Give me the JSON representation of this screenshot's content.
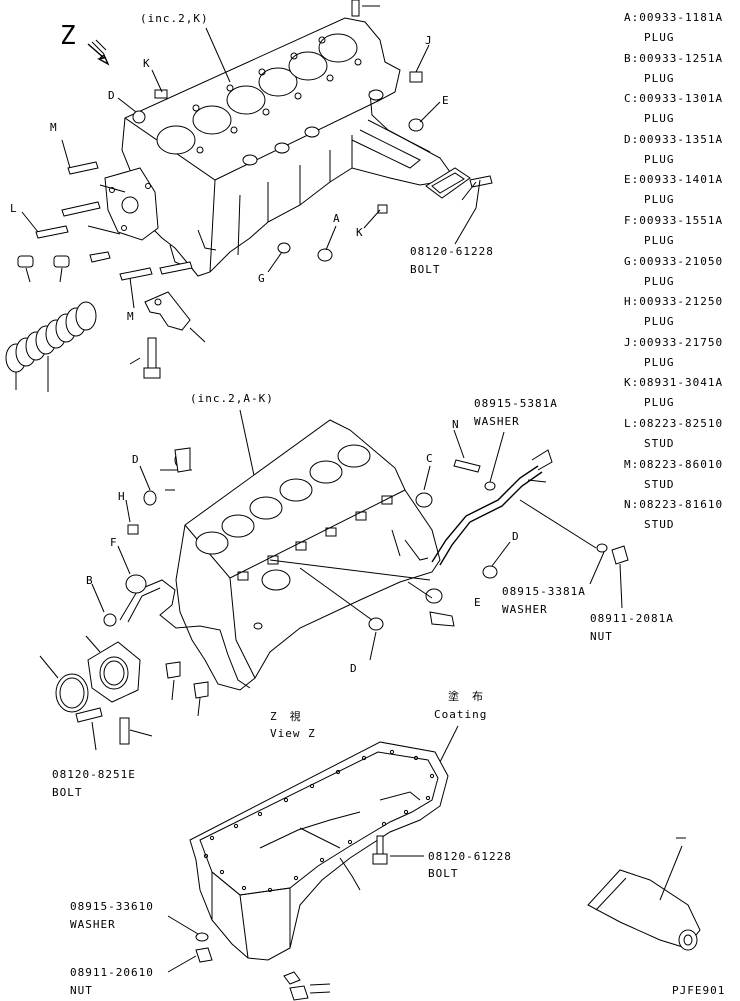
{
  "view_marker": "Z",
  "view_z_jp": "Z　視",
  "view_z_en": "View Z",
  "inc_top": "(inc.2,K)",
  "inc_mid": "(inc.2,A-K)",
  "coating_jp": "塗　布",
  "coating_en": "Coating",
  "footer_code": "PJFE901",
  "legend": [
    {
      "key": "A",
      "part": "00933-1181A",
      "desc": "PLUG"
    },
    {
      "key": "B",
      "part": "00933-1251A",
      "desc": "PLUG"
    },
    {
      "key": "C",
      "part": "00933-1301A",
      "desc": "PLUG"
    },
    {
      "key": "D",
      "part": "00933-1351A",
      "desc": "PLUG"
    },
    {
      "key": "E",
      "part": "00933-1401A",
      "desc": "PLUG"
    },
    {
      "key": "F",
      "part": "00933-1551A",
      "desc": "PLUG"
    },
    {
      "key": "G",
      "part": "00933-21050",
      "desc": "PLUG"
    },
    {
      "key": "H",
      "part": "00933-21250",
      "desc": "PLUG"
    },
    {
      "key": "J",
      "part": "00933-21750",
      "desc": "PLUG"
    },
    {
      "key": "K",
      "part": "08931-3041A",
      "desc": "PLUG"
    },
    {
      "key": "L",
      "part": "08223-82510",
      "desc": "STUD"
    },
    {
      "key": "M",
      "part": "08223-86010",
      "desc": "STUD"
    },
    {
      "key": "N",
      "part": "08223-81610",
      "desc": "STUD"
    }
  ],
  "callouts": {
    "bolt_top": {
      "part": "08120-61228",
      "desc": "BOLT"
    },
    "washer_mid_top": {
      "part": "08915-5381A",
      "desc": "WASHER"
    },
    "washer_mid_right": {
      "part": "08915-3381A",
      "desc": "WASHER"
    },
    "nut_mid_right": {
      "part": "08911-2081A",
      "desc": "NUT"
    },
    "bolt_left": {
      "part": "08120-8251E",
      "desc": "BOLT"
    },
    "bolt_pan": {
      "part": "08120-61228",
      "desc": "BOLT"
    },
    "washer_pan": {
      "part": "08915-33610",
      "desc": "WASHER"
    },
    "nut_pan": {
      "part": "08911-20610",
      "desc": "NUT"
    }
  },
  "letters_top": {
    "K1": "K",
    "D": "D",
    "M1": "M",
    "L": "L",
    "M2": "M",
    "J": "J",
    "E": "E",
    "A": "A",
    "K2": "K",
    "G": "G"
  },
  "letters_mid": {
    "D1": "D",
    "H": "H",
    "F": "F",
    "B": "B",
    "C": "C",
    "N": "N",
    "D2": "D",
    "E": "E",
    "D3": "D"
  }
}
